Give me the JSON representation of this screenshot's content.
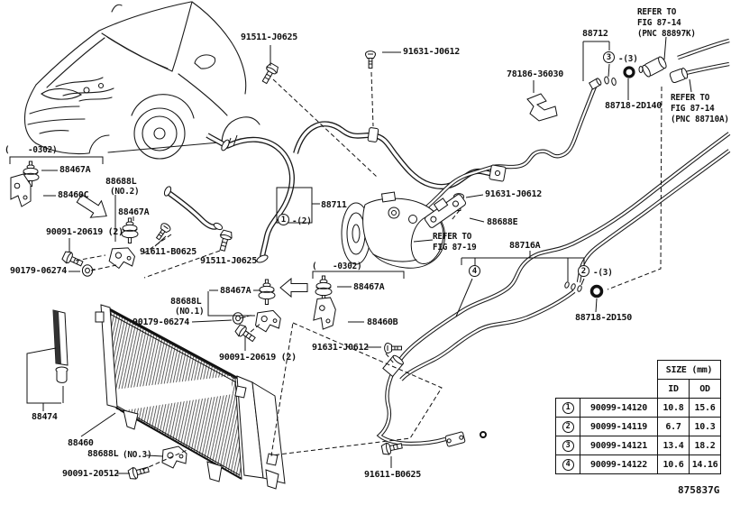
{
  "drawing_code": "875837G",
  "labels": {
    "p91511": "91511-J0625",
    "p91631": "91631-J0612",
    "p91611": "91611-B0625",
    "p88712": "88712",
    "p88711": "88711",
    "p88716A": "88716A",
    "p88718_2D140": "88718-2D140",
    "p88718_2D150": "88718-2D150",
    "p78186": "78186-36030",
    "p88467A": "88467A",
    "p88460C": "88460C",
    "p88460B": "88460B",
    "p88460": "88460",
    "p88474": "88474",
    "p88688L": "88688L",
    "p88688E": "88688E",
    "p90091_20619": "90091-20619 (2)",
    "p90091_20512": "90091-20512",
    "p90179": "90179-06274",
    "no1": "(NO.1)",
    "no2": "(NO.2)",
    "no3": "(NO.3)",
    "refer_to": "REFER TO",
    "fig_87_14": "FIG 87-14",
    "pnc_88897K": "(PNC 88897K)",
    "pnc_88710A": "(PNC 88710A)",
    "fig_87_19": "FIG 87-19",
    "paren": "(",
    "range_0302": "-0302)",
    "qty2": "-(2)",
    "qty3": "-(3)"
  },
  "markers": {
    "m1": "1",
    "m2": "2",
    "m3": "3",
    "m4": "4"
  },
  "table": {
    "size_header": "SIZE (mm)",
    "id_header": "ID",
    "od_header": "OD",
    "rows": [
      {
        "num": "1",
        "part": "90099-14120",
        "id": "10.8",
        "od": "15.6"
      },
      {
        "num": "2",
        "part": "90099-14119",
        "id": "6.7",
        "od": "10.3"
      },
      {
        "num": "3",
        "part": "90099-14121",
        "id": "13.4",
        "od": "18.2"
      },
      {
        "num": "4",
        "part": "90099-14122",
        "id": "10.6",
        "od": "14.16"
      }
    ]
  }
}
